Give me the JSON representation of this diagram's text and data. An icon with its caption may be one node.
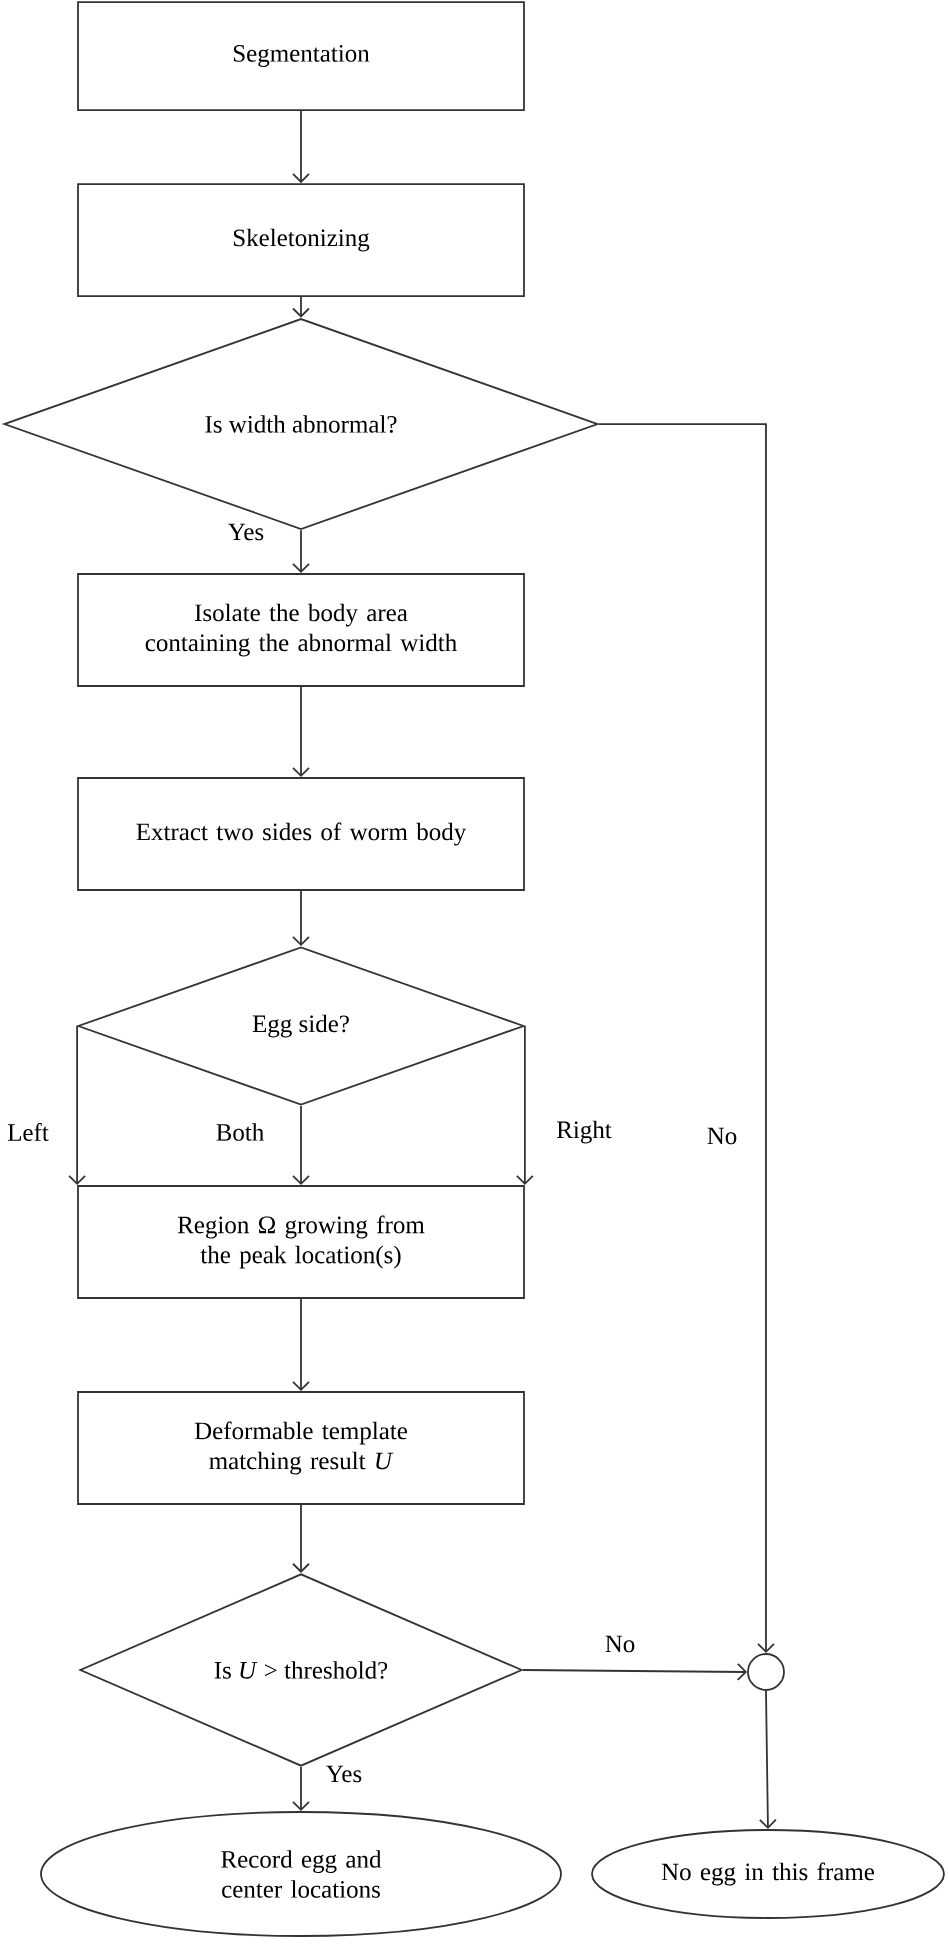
{
  "diagram": {
    "nodes": [
      {
        "text": [
          "Segmentation"
        ]
      },
      {
        "text": [
          "Skeletonizing"
        ]
      },
      {
        "text": [
          "Is width abnormal?"
        ]
      },
      {
        "text": [
          "Isolate the body area containing the abnormal width"
        ]
      },
      {
        "text": [
          "Extract two sides of worm body"
        ]
      },
      {
        "text": [
          "Egg side?"
        ]
      },
      {
        "text": [
          "Region Ω growing from the peak location(s)"
        ]
      },
      {
        "text": [
          "Deformable template matching result *U*"
        ]
      },
      {
        "text": [
          "Is *U* > threshold?"
        ]
      },
      {
        "text": [
          "Record egg and center locations"
        ]
      },
      {
        "text": [
          "No egg in this frame"
        ]
      },
      {
        "text": [],
        "shape": "circle"
      }
    ],
    "edges": [
      {
        "from": 0,
        "to": 1,
        "arrow": "to"
      },
      {
        "from": 1,
        "to": 2,
        "arrow": "to"
      },
      {
        "from": 2,
        "to": 3,
        "arrow": "to",
        "label": "Yes"
      },
      {
        "from": 2,
        "to": 11,
        "arrow": "to",
        "label": "No"
      },
      {
        "from": 3,
        "to": 4,
        "arrow": "to"
      },
      {
        "from": 4,
        "to": 5,
        "arrow": "to"
      },
      {
        "from": 5,
        "to": 6,
        "arrow": "to",
        "label": "Left"
      },
      {
        "from": 5,
        "to": 6,
        "arrow": "to",
        "label": "Both"
      },
      {
        "from": 5,
        "to": 6,
        "arrow": "to",
        "label": "Right"
      },
      {
        "from": 6,
        "to": 7,
        "arrow": "to"
      },
      {
        "from": 7,
        "to": 8,
        "arrow": "to"
      },
      {
        "from": 8,
        "to": 11,
        "arrow": "to",
        "label": "No"
      },
      {
        "from": 8,
        "to": 9,
        "arrow": "to",
        "label": "Yes"
      },
      {
        "from": 11,
        "to": 10,
        "arrow": "to"
      }
    ]
  }
}
